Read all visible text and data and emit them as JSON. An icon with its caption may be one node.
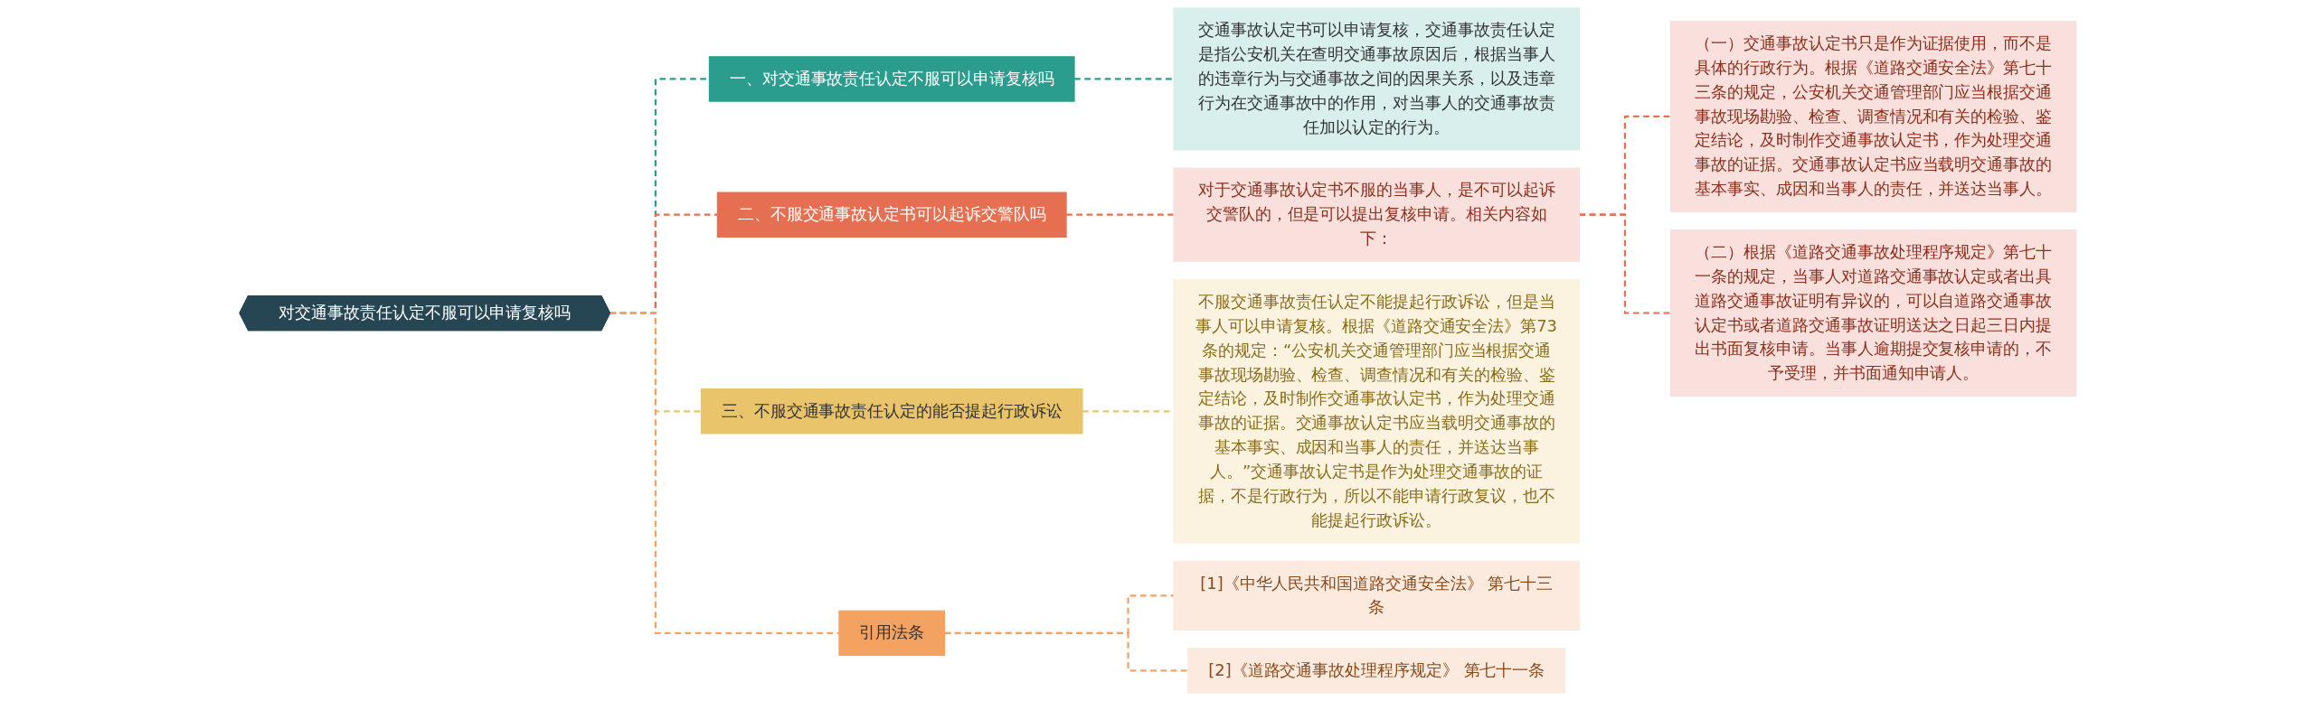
{
  "diagram": {
    "nodes": [
      {
        "text": [
          "对交通事故责任认定不服可以申请复核吗"
        ]
      },
      {
        "text": [
          "一、对交通事故责任认定不服可以申请复核吗"
        ]
      },
      {
        "text": [
          "交通事故认定书可以申请复核，交通事故责任认定是指公安机关在查明交通事故原因后，根据当事人的违章行为与交通事故之间的因果关系，以及违章行为在交通事故中的作用，对当事人的交通事故责任加以认定的行为。"
        ]
      },
      {
        "text": [
          "二、不服交通事故认定书可以起诉交警队吗"
        ]
      },
      {
        "text": [
          "对于交通事故认定书不服的当事人，是不可以起诉交警队的，但是可以提出复核申请。相关内容如下："
        ]
      },
      {
        "text": [
          "（一）交通事故认定书只是作为证据使用，而不是具体的行政行为。根据《道路交通安全法》第七十三条的规定，公安机关交通管理部门应当根据交通事故现场勘验、检查、调查情况和有关的检验、鉴定结论，及时制作交通事故认定书，作为处理交通事故的证据。交通事故认定书应当载明交通事故的基本事实、成因和当事人的责任，并送达当事人。"
        ]
      },
      {
        "text": [
          "（二）根据《道路交通事故处理程序规定》第七十一条的规定，当事人对道路交通事故认定或者出具道路交通事故证明有异议的，可以自道路交通事故认定书或者道路交通事故证明送达之日起三日内提出书面复核申请。当事人逾期提交复核申请的，不予受理，并书面通知申请人。"
        ]
      },
      {
        "text": [
          "三、不服交通事故责任认定的能否提起行政诉讼"
        ]
      },
      {
        "text": [
          "不服交通事故责任认定不能提起行政诉讼，但是当事人可以申请复核。根据《道路交通安全法》第73条的规定：“公安机关交通管理部门应当根据交通事故现场勘验、检查、调查情况和有关的检验、鉴定结论，及时制作交通事故认定书，作为处理交通事故的证据。交通事故认定书应当载明交通事故的基本事实、成因和当事人的责任，并送达当事人。”交通事故认定书是作为处理交通事故的证据，不是行政行为，所以不能申请行政复议，也不能提起行政诉讼。"
        ]
      },
      {
        "text": [
          "引用法条"
        ]
      },
      {
        "text": [
          "[1]《中华人民共和国道路交通安全法》 第七十三条"
        ]
      },
      {
        "text": [
          "[2]《道路交通事故处理程序规定》 第七十一条"
        ]
      }
    ],
    "edges": [
      {
        "from": 0,
        "to": 1,
        "arrow": "none",
        "style": "dashed",
        "color": "#2a9d8f"
      },
      {
        "from": 1,
        "to": 2,
        "arrow": "none",
        "style": "dashed",
        "color": "#2a9d8f"
      },
      {
        "from": 0,
        "to": 3,
        "arrow": "none",
        "style": "dashed",
        "color": "#e76f51"
      },
      {
        "from": 3,
        "to": 4,
        "arrow": "none",
        "style": "dashed",
        "color": "#e76f51"
      },
      {
        "from": 4,
        "to": 5,
        "arrow": "none",
        "style": "dashed",
        "color": "#e76f51"
      },
      {
        "from": 4,
        "to": 6,
        "arrow": "none",
        "style": "dashed",
        "color": "#e76f51"
      },
      {
        "from": 0,
        "to": 7,
        "arrow": "none",
        "style": "dashed",
        "color": "#e9c46a"
      },
      {
        "from": 7,
        "to": 8,
        "arrow": "none",
        "style": "dashed",
        "color": "#e9c46a"
      },
      {
        "from": 0,
        "to": 9,
        "arrow": "none",
        "style": "dashed",
        "color": "#f4a261"
      },
      {
        "from": 9,
        "to": 10,
        "arrow": "none",
        "style": "dashed",
        "color": "#f4a261"
      },
      {
        "from": 9,
        "to": 11,
        "arrow": "none",
        "style": "dashed",
        "color": "#f4a261"
      }
    ]
  }
}
